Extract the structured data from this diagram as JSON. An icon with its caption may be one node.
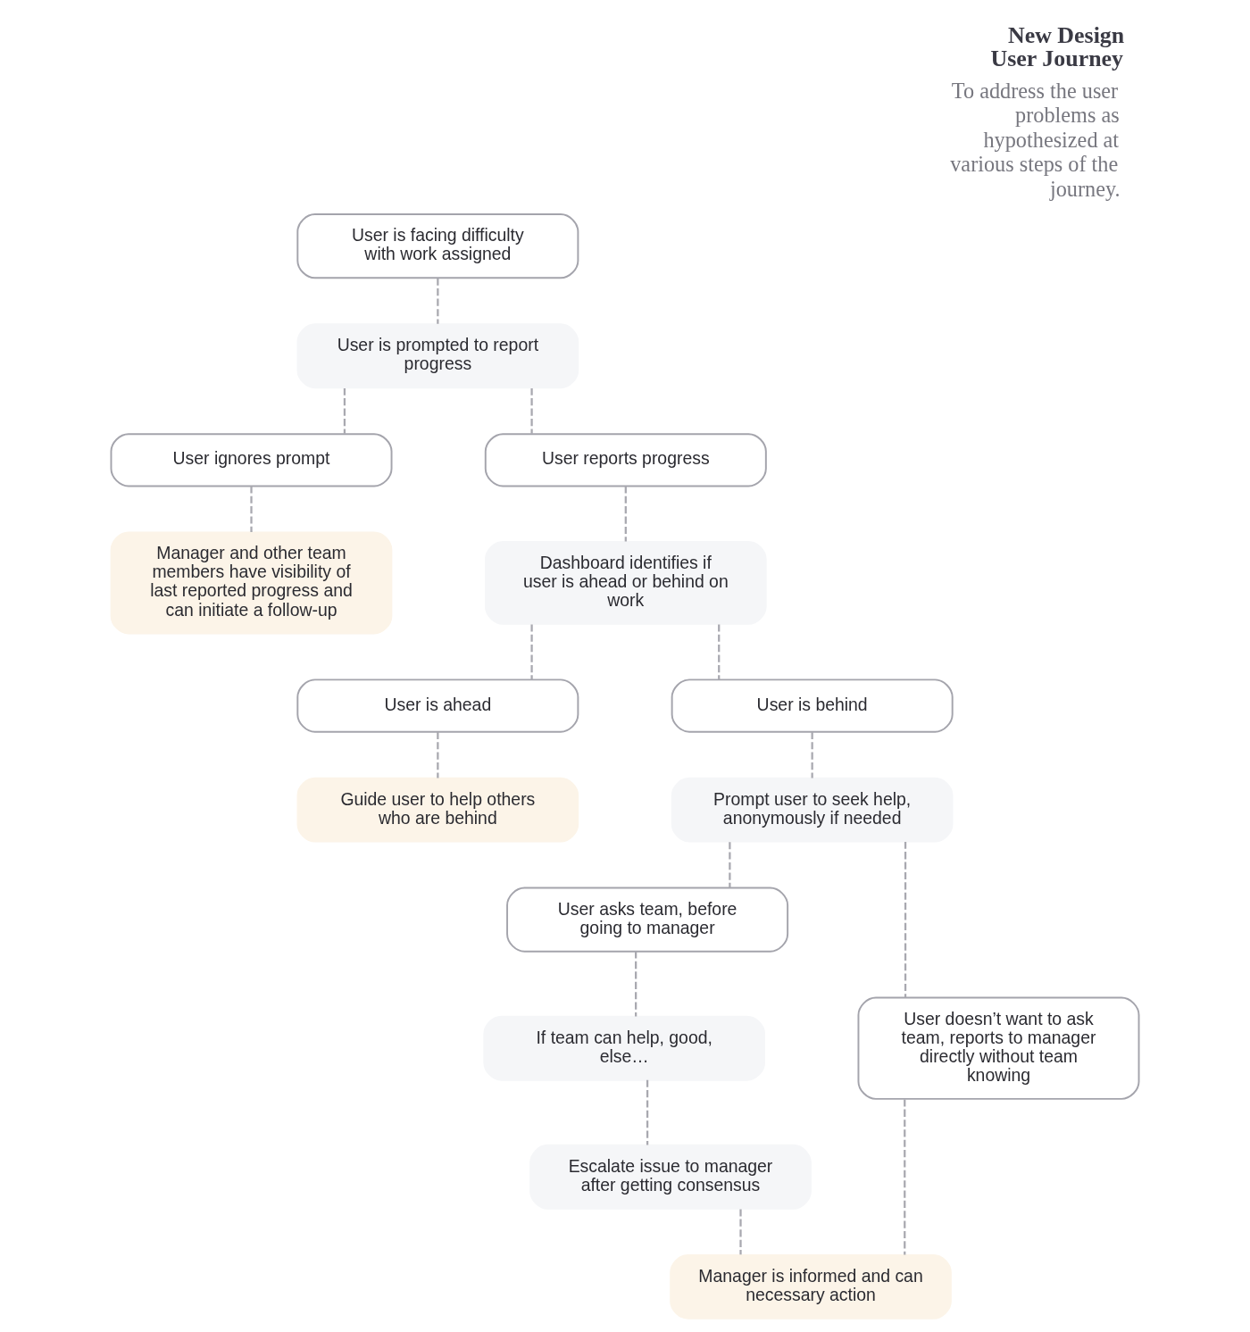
{
  "diagram": {
    "title": "New Design User Journey",
    "caption": "To address the user problems as hypothesized at various steps of the journey.",
    "nodes": [
      {
        "text": [
          "User is facing difficulty with work assigned"
        ]
      },
      {
        "text": [
          "User is prompted to report progress"
        ]
      },
      {
        "text": [
          "User ignores prompt"
        ]
      },
      {
        "text": [
          "User reports progress"
        ]
      },
      {
        "text": [
          "Manager and other team members have visibility of last reported progress and can initiate a follow-up"
        ]
      },
      {
        "text": [
          "Dashboard identifies if user is ahead or behind on work"
        ]
      },
      {
        "text": [
          "User is ahead"
        ]
      },
      {
        "text": [
          "User is behind"
        ]
      },
      {
        "text": [
          "Guide user to help others who are behind"
        ]
      },
      {
        "text": [
          "Prompt user to seek help, anonymously if needed"
        ]
      },
      {
        "text": [
          "User asks team, before going to manager"
        ]
      },
      {
        "text": [
          "User doesn’t want to ask team, reports to manager directly without team knowing"
        ]
      },
      {
        "text": [
          "If team can help, good, else…"
        ]
      },
      {
        "text": [
          "Escalate issue to manager after getting consensus"
        ]
      },
      {
        "text": [
          "Manager is informed and can necessary action"
        ]
      }
    ],
    "edges": [
      {
        "from": 0,
        "to": 1,
        "arrow": "none",
        "style": "dashed"
      },
      {
        "from": 1,
        "to": 2,
        "arrow": "none",
        "style": "dashed"
      },
      {
        "from": 1,
        "to": 3,
        "arrow": "none",
        "style": "dashed"
      },
      {
        "from": 2,
        "to": 4,
        "arrow": "none",
        "style": "dashed"
      },
      {
        "from": 3,
        "to": 5,
        "arrow": "none",
        "style": "dashed"
      },
      {
        "from": 5,
        "to": 6,
        "arrow": "none",
        "style": "dashed"
      },
      {
        "from": 5,
        "to": 7,
        "arrow": "none",
        "style": "dashed"
      },
      {
        "from": 6,
        "to": 8,
        "arrow": "none",
        "style": "dashed"
      },
      {
        "from": 7,
        "to": 9,
        "arrow": "none",
        "style": "dashed"
      },
      {
        "from": 9,
        "to": 10,
        "arrow": "none",
        "style": "dashed"
      },
      {
        "from": 9,
        "to": 11,
        "arrow": "none",
        "style": "dashed"
      },
      {
        "from": 10,
        "to": 12,
        "arrow": "none",
        "style": "dashed"
      },
      {
        "from": 12,
        "to": 13,
        "arrow": "none",
        "style": "dashed"
      },
      {
        "from": 13,
        "to": 14,
        "arrow": "none",
        "style": "dashed"
      },
      {
        "from": 11,
        "to": 14,
        "arrow": "none",
        "style": "dashed"
      }
    ]
  }
}
